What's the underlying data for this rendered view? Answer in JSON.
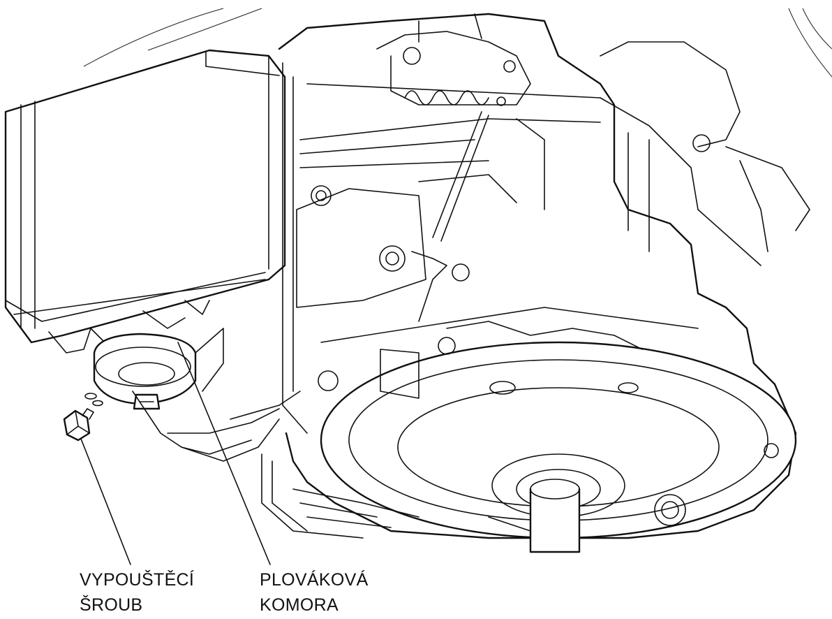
{
  "figure": {
    "drawing_icon": "carburetor-engine-line-drawing",
    "callouts": [
      {
        "id": "drain-screw",
        "line1": "VYPOUŠTĚCÍ",
        "line2": "ŠROUB"
      },
      {
        "id": "float-bowl",
        "line1": "PLOVÁKOVÁ",
        "line2": "KOMORA"
      }
    ]
  }
}
